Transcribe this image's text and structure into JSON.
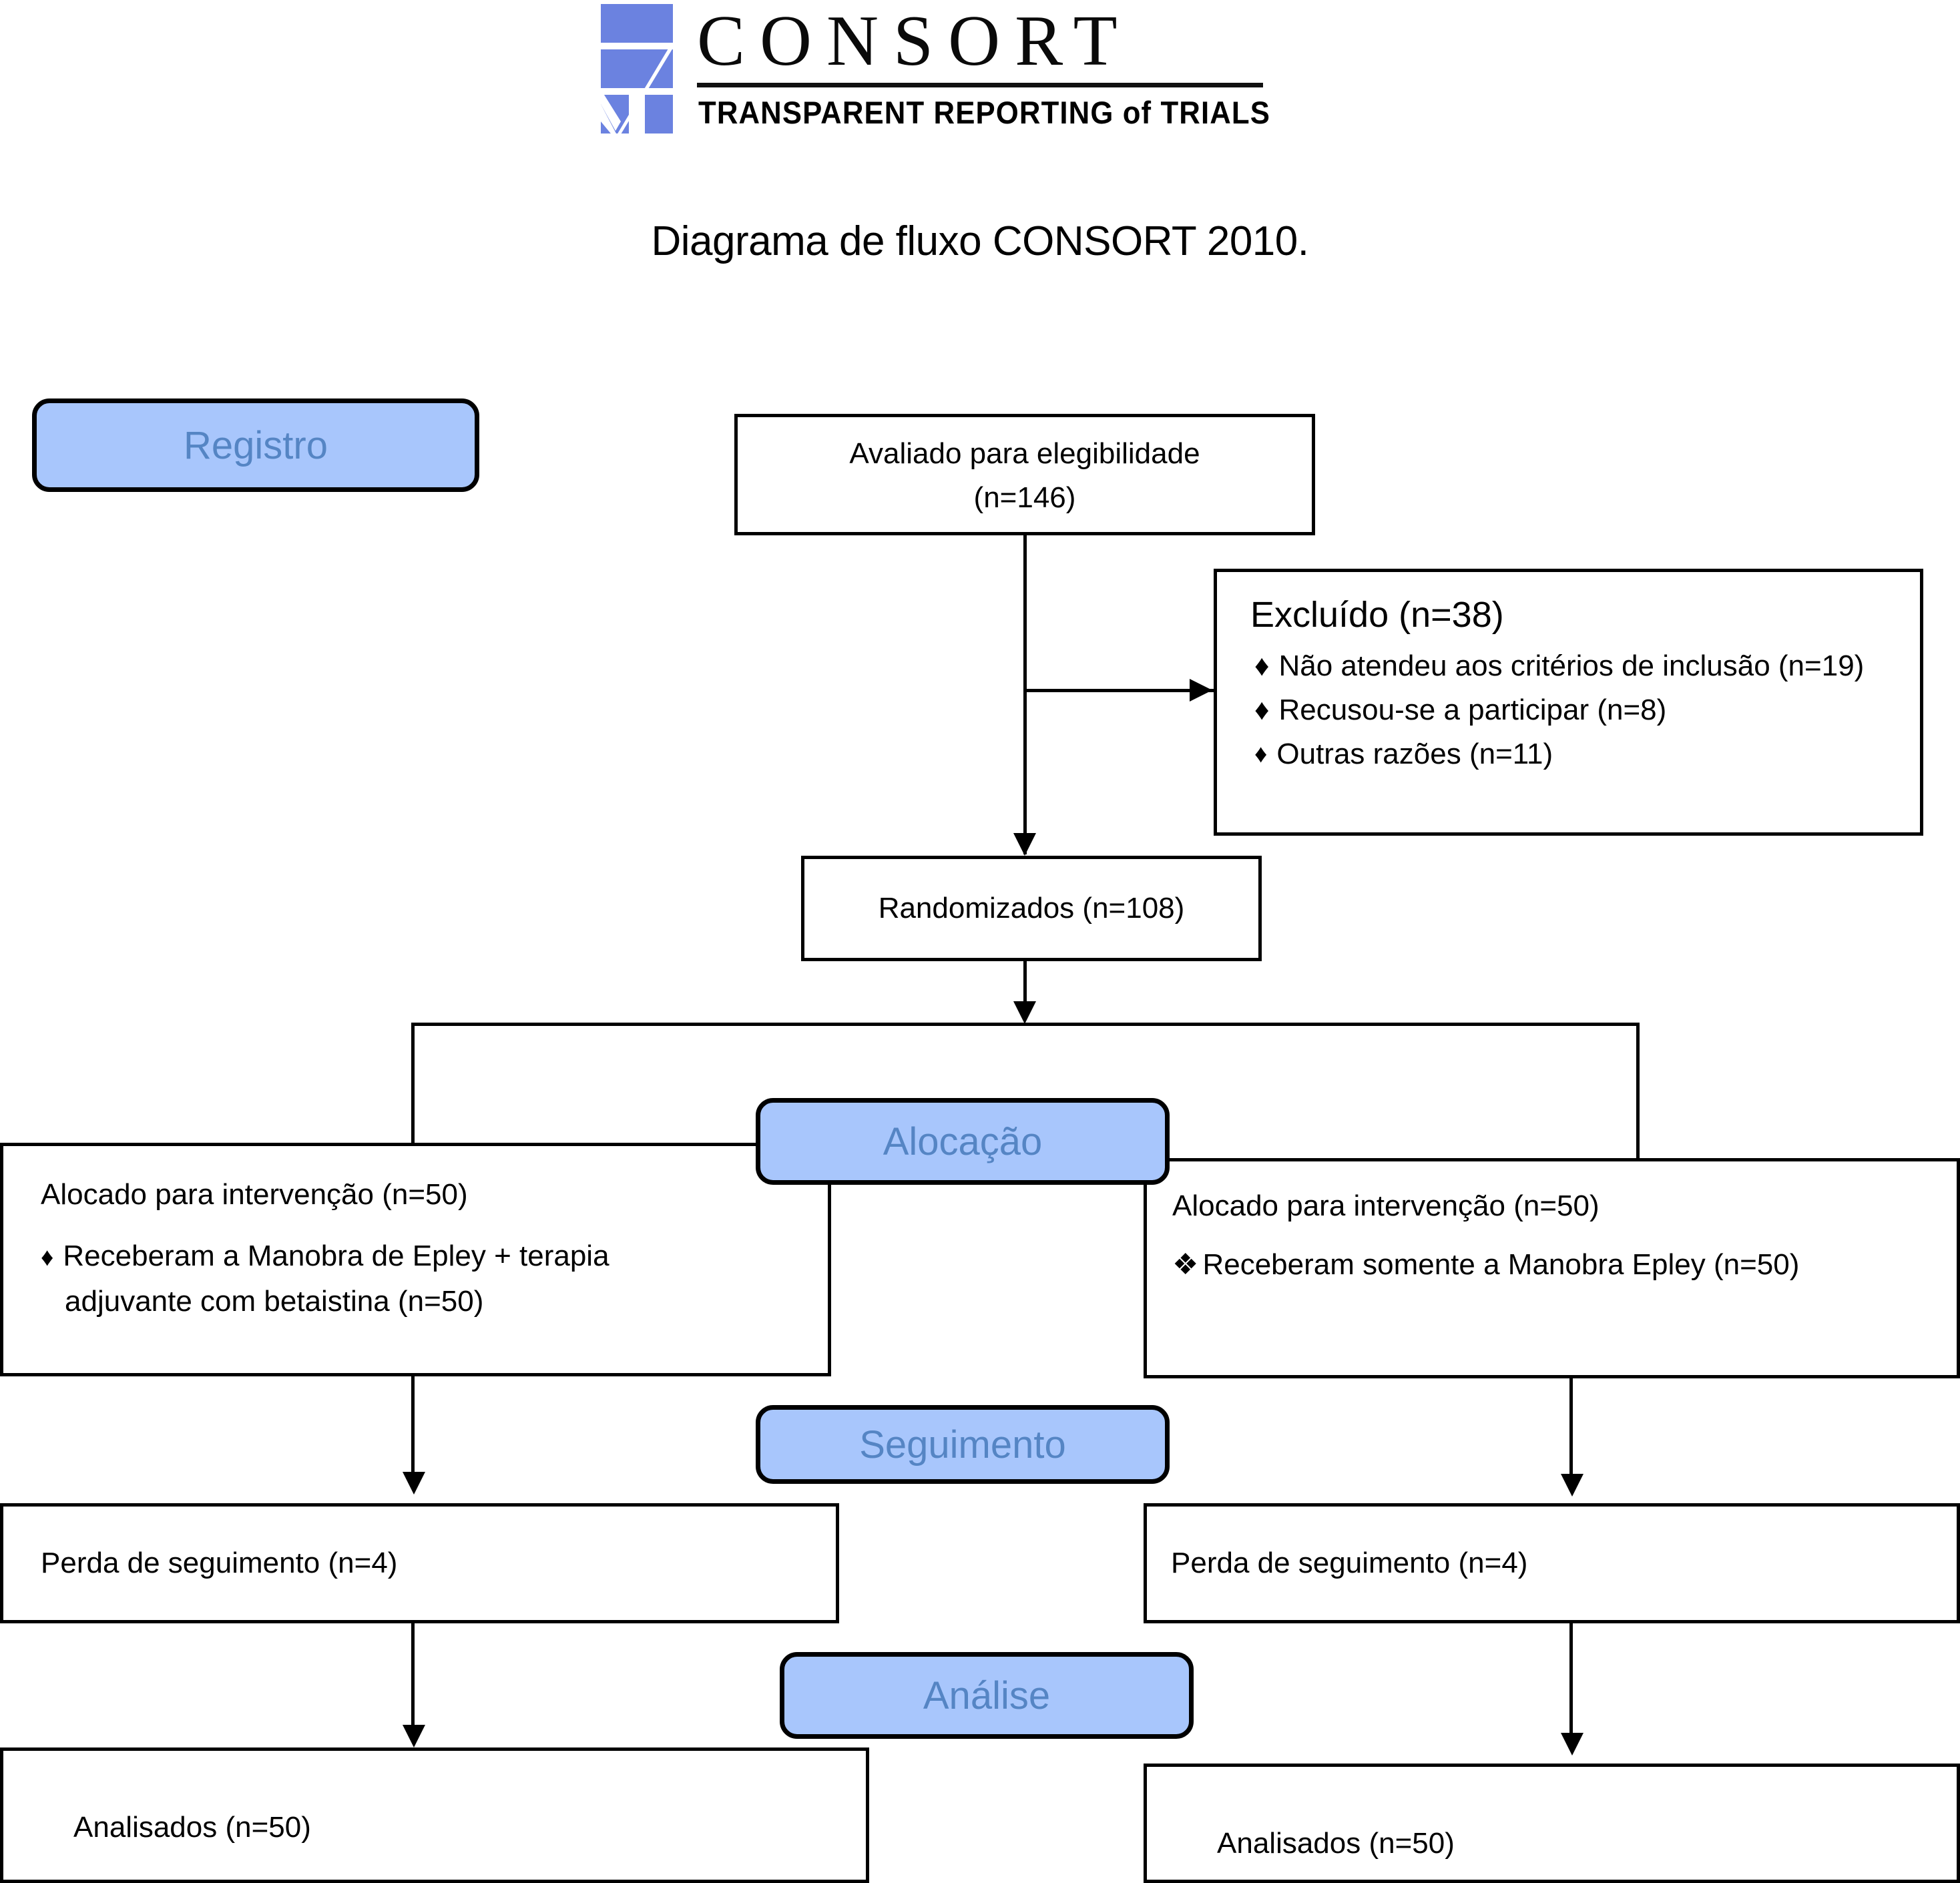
{
  "header": {
    "logo_word": "CONSORT",
    "logo_tagline": "TRANSPARENT REPORTING of TRIALS",
    "logo_color": "#6b82e0"
  },
  "figure": {
    "title": "Diagrama de fluxo CONSORT 2010."
  },
  "colors": {
    "banner_fill": "#a8c6fc",
    "banner_text": "#5585c4",
    "stroke": "#000000"
  },
  "banners": {
    "enrollment": "Registro",
    "allocation": "Alocação",
    "followup": "Seguimento",
    "analysis": "Análise"
  },
  "nodes": {
    "assessed": {
      "line1": "Avaliado para elegibilidade",
      "line2": "(n=146)"
    },
    "excluded": {
      "title": "Excluído (n=38)",
      "bullet_glyph": "♦",
      "items": [
        "Não atendeu aos critérios de inclusão (n=19)",
        "Recusou-se a participar (n=8)",
        "Outras razões (n=11)"
      ]
    },
    "randomized": {
      "line1": "Randomizados (n=108)"
    },
    "alloc_left": {
      "line1": "Alocado para intervenção (n=50)",
      "bullet_glyph": "♦",
      "item_line1": "Receberam a Manobra de Epley + terapia",
      "item_line2": "adjuvante com betaistina (n=50)"
    },
    "alloc_right": {
      "line1": "Alocado para intervenção (n=50)",
      "bullet_glyph": "❖",
      "item_line1": "Receberam somente a Manobra Epley (n=50)"
    },
    "followup_left": {
      "line1": "Perda de seguimento (n=4)"
    },
    "followup_right": {
      "line1": "Perda de seguimento (n=4)"
    },
    "analysis_left": {
      "line1": "Analisados (n=50)"
    },
    "analysis_right": {
      "line1": "Analisados (n=50)"
    }
  }
}
